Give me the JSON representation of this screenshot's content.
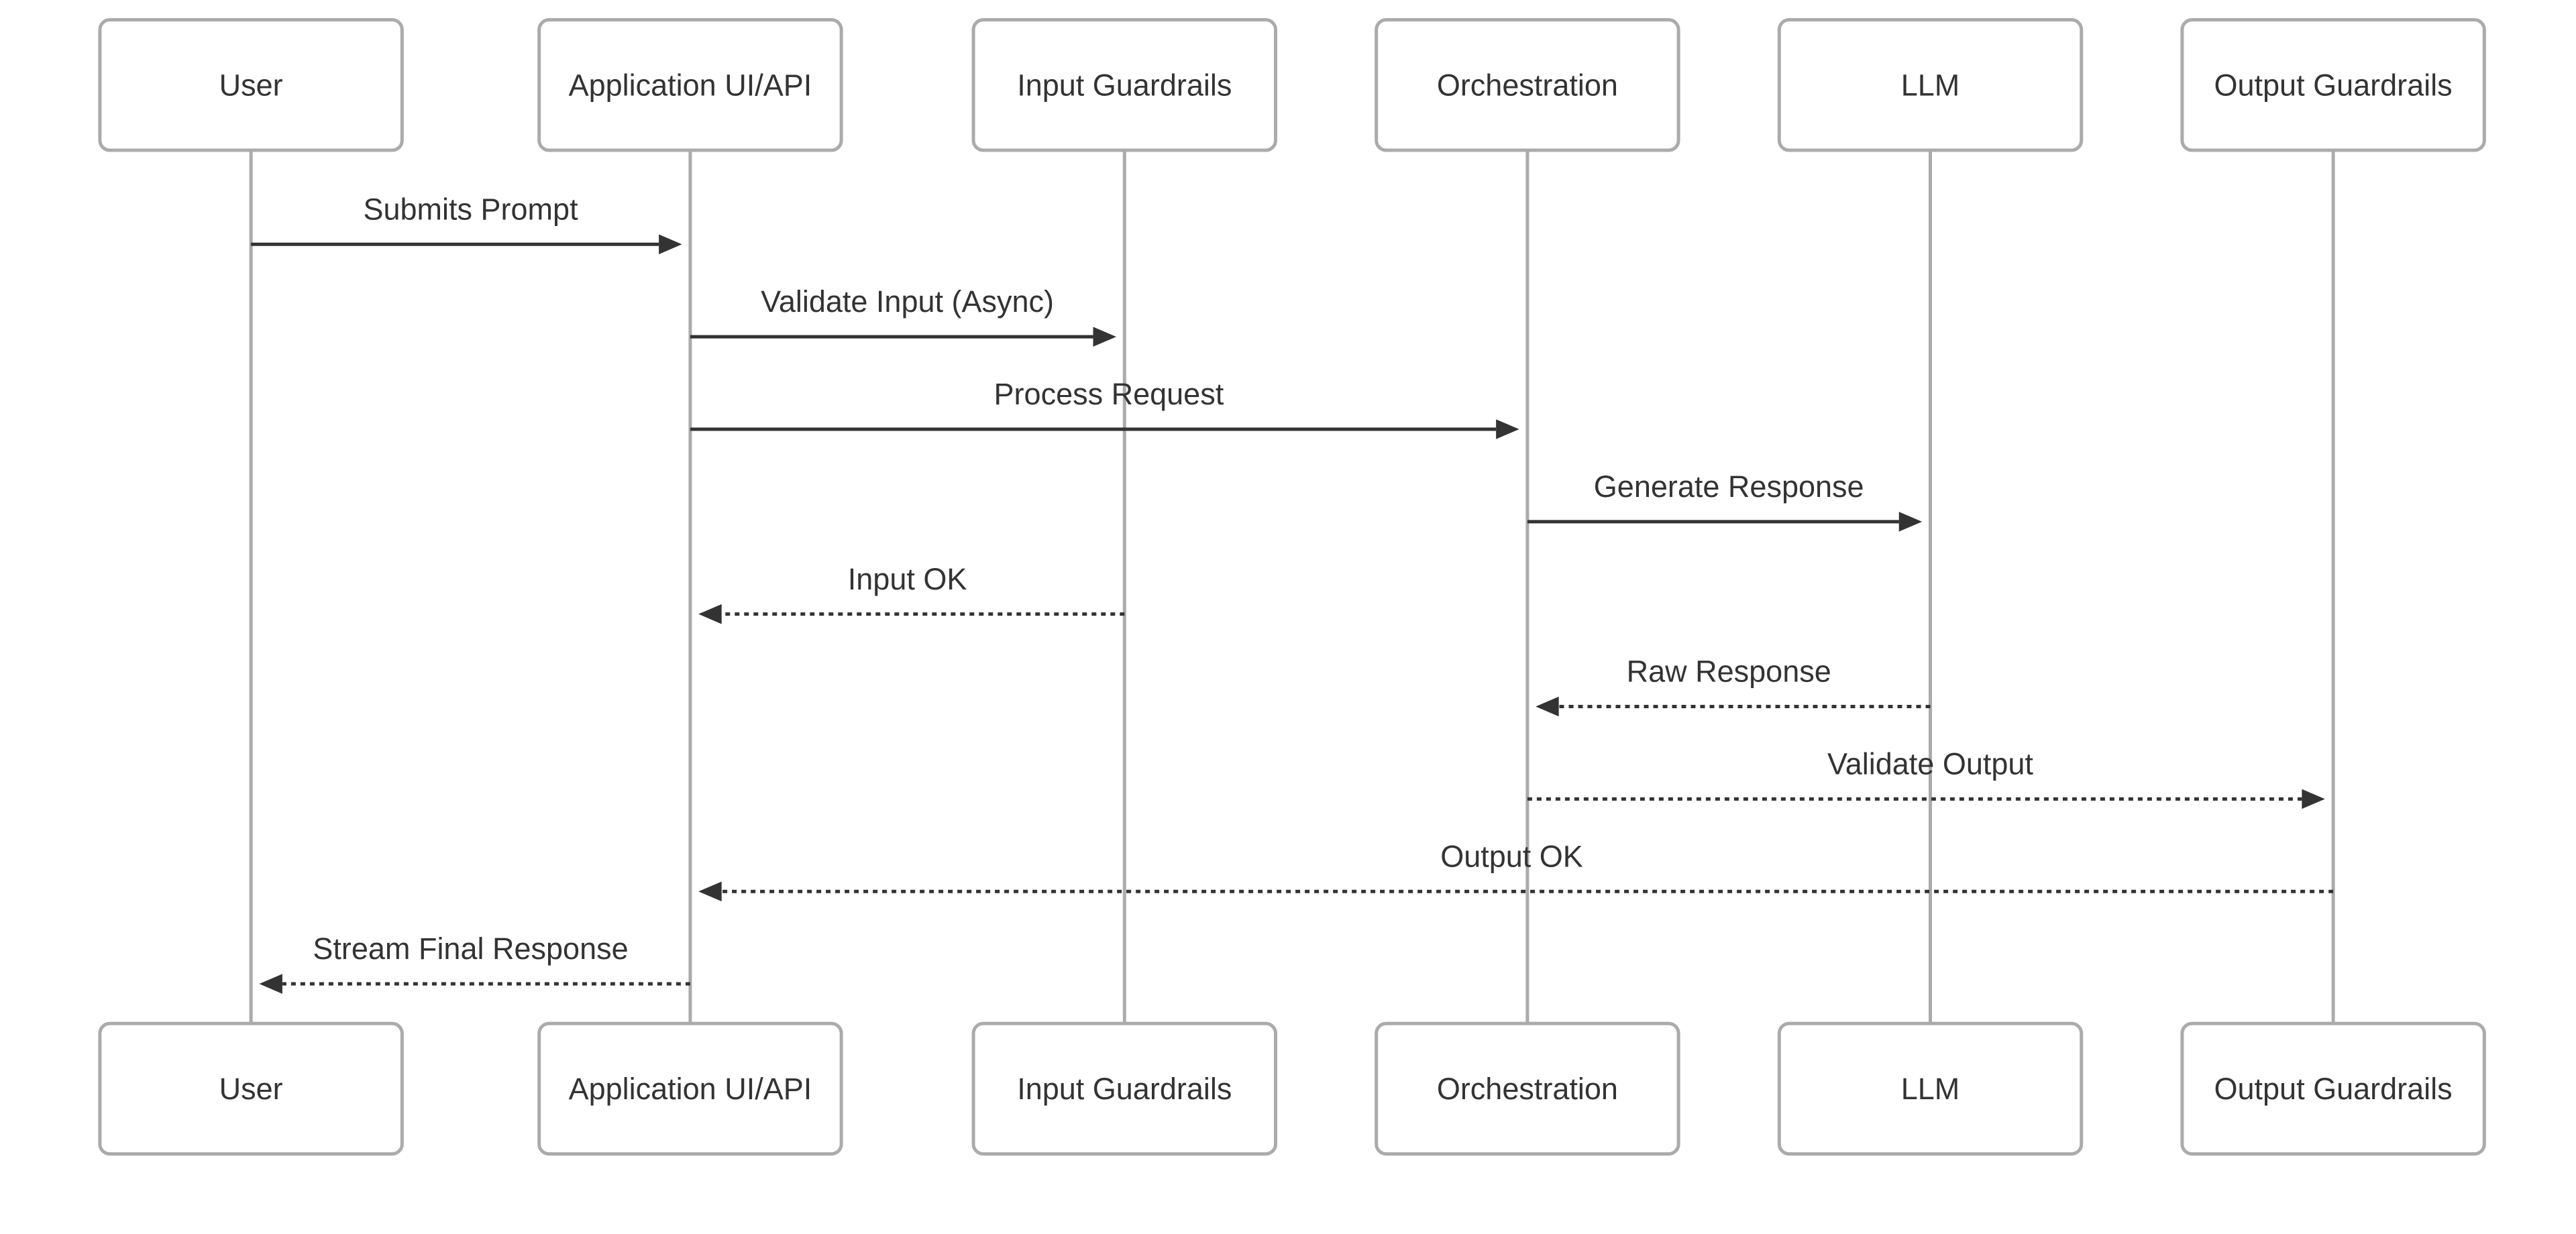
{
  "participants": [
    {
      "id": "user",
      "label": "User"
    },
    {
      "id": "app",
      "label": "Application UI/API"
    },
    {
      "id": "input_guardrails",
      "label": "Input Guardrails"
    },
    {
      "id": "orchestration",
      "label": "Orchestration"
    },
    {
      "id": "llm",
      "label": "LLM"
    },
    {
      "id": "output_guardrails",
      "label": "Output Guardrails"
    }
  ],
  "messages": [
    {
      "from": "user",
      "to": "app",
      "label": "Submits Prompt",
      "style": "solid"
    },
    {
      "from": "app",
      "to": "input_guardrails",
      "label": "Validate Input (Async)",
      "style": "solid"
    },
    {
      "from": "app",
      "to": "orchestration",
      "label": "Process Request",
      "style": "solid"
    },
    {
      "from": "orchestration",
      "to": "llm",
      "label": "Generate Response",
      "style": "solid"
    },
    {
      "from": "input_guardrails",
      "to": "app",
      "label": "Input OK",
      "style": "dashed"
    },
    {
      "from": "llm",
      "to": "orchestration",
      "label": "Raw Response",
      "style": "dashed"
    },
    {
      "from": "orchestration",
      "to": "output_guardrails",
      "label": "Validate Output",
      "style": "dashed"
    },
    {
      "from": "output_guardrails",
      "to": "app",
      "label": "Output OK",
      "style": "dashed"
    },
    {
      "from": "app",
      "to": "user",
      "label": "Stream Final Response",
      "style": "dashed"
    }
  ],
  "colors": {
    "box_stroke": "#ababab",
    "lifeline": "#ababab",
    "arrow": "#333333",
    "text": "#333333",
    "background": "#ffffff"
  }
}
